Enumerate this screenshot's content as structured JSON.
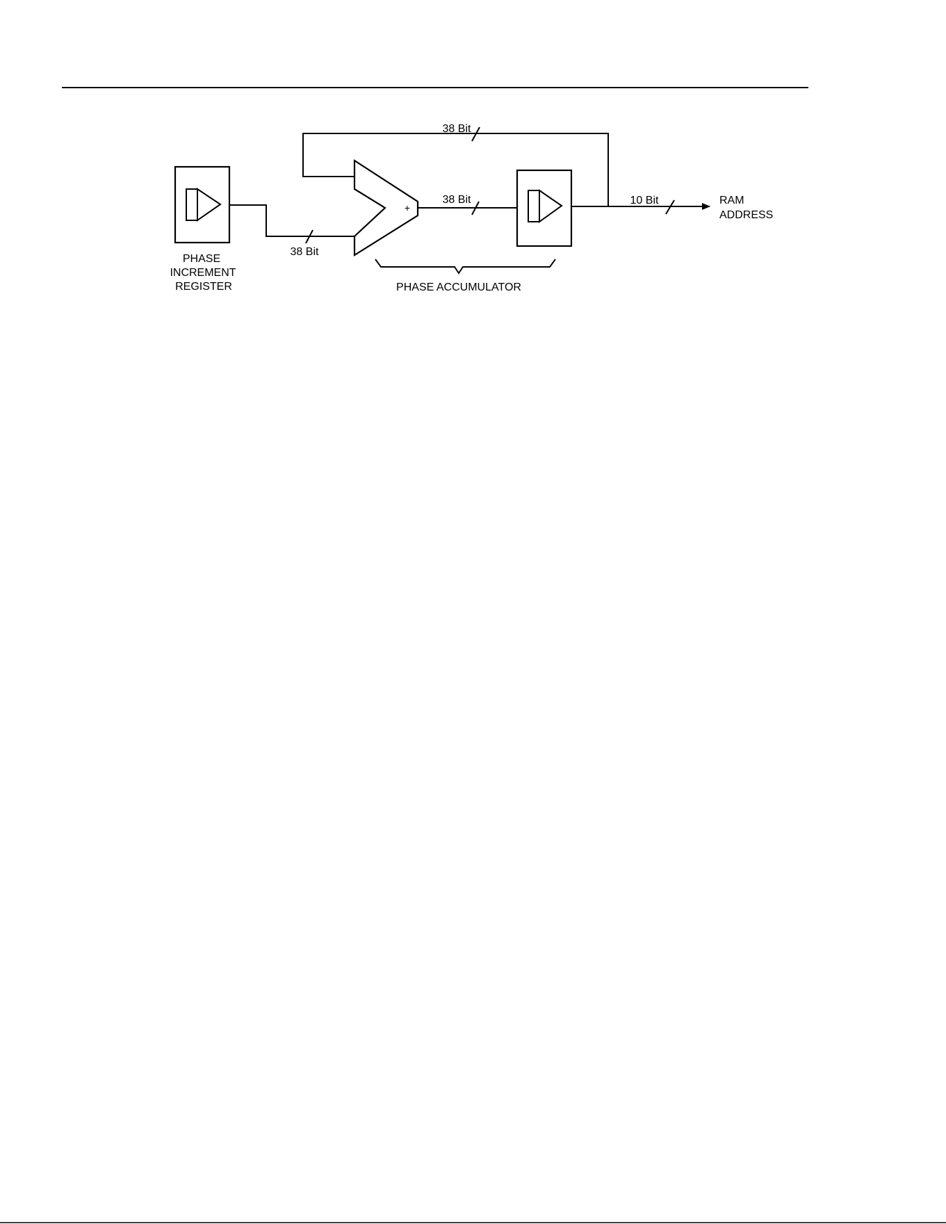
{
  "diagram": {
    "blocks": {
      "phase_increment_register": {
        "label_lines": [
          "PHASE",
          "INCREMENT",
          "REGISTER"
        ]
      },
      "adder": {
        "sign": "+"
      },
      "accumulator_register": {}
    },
    "bus_labels": {
      "feedback": "38 Bit",
      "input": "38 Bit",
      "adder_to_register": "38 Bit",
      "output": "10 Bit"
    },
    "output_label_lines": [
      "RAM",
      "ADDRESS"
    ],
    "group_label": "PHASE ACCUMULATOR"
  }
}
